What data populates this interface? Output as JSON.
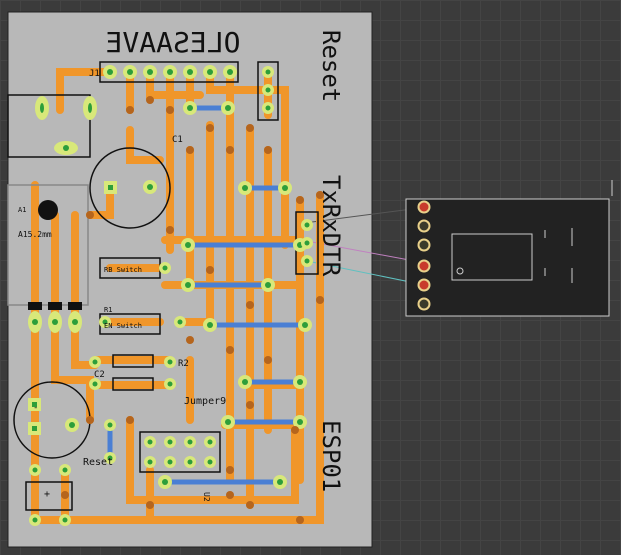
{
  "board": {
    "title_mirrored": "OLESAAVE",
    "reset_mirrored": "Reset",
    "txrxdtr_mirrored": "TxRxDTR",
    "esp_mirrored": "ESP01",
    "j1": "J1",
    "c1": "C1",
    "c2": "C2",
    "r1": "R1",
    "r2": "R2",
    "a1": "A1",
    "part_value": "A15.2mm",
    "jumper": "Jumper9",
    "reset_label": "Reset",
    "u2": "U2",
    "switch_1": "RB Switch",
    "switch_2": "EN Switch",
    "plus": "+",
    "minus": "-"
  },
  "colors": {
    "board": "#b8b8b8",
    "trace": "#f0962a",
    "pad": "#d8e87a",
    "pad_hole": "#2d9e3a",
    "via": "#b5651d",
    "jumper_wire": "#4a7fd4",
    "silk": "#111111"
  },
  "module": {
    "pins": 6,
    "pin_colors": [
      "red",
      "yellow",
      "yellow",
      "red",
      "red",
      "yellow"
    ]
  }
}
